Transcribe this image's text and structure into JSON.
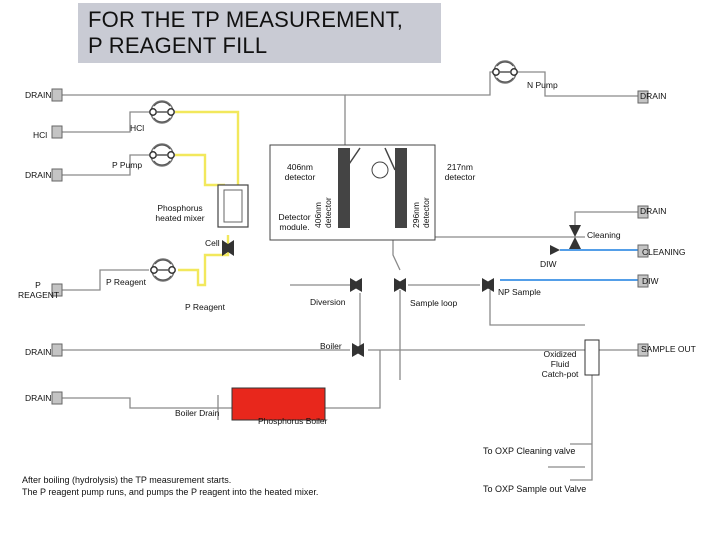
{
  "title": {
    "line1": "FOR THE TP MEASUREMENT,",
    "line2": "P REAGENT FILL"
  },
  "ports": {
    "drain_top_left": "DRAIN",
    "drain_top_right": "DRAIN",
    "hcl_port": "HCl",
    "drain_left_mid": "DRAIN",
    "p_reagent_port_line1": "P",
    "p_reagent_port_line2": "REAGENT",
    "drain_boiler_left": "DRAIN",
    "drain_bottom_left": "DRAIN",
    "drain_right": "DRAIN",
    "cleaning": "CLEANING",
    "diw_right": "DIW",
    "sample_out": "SAMPLE OUT"
  },
  "pumps": {
    "n_pump": "N Pump",
    "hcl_pump": "HCl",
    "p_pump": "P Pump",
    "p_reagent_pump": "P Reagent"
  },
  "components": {
    "detector_406": [
      "406nm",
      "detector"
    ],
    "detector_217": [
      "217nm",
      "detector"
    ],
    "detector_406_vertical": [
      "406nm",
      "detector"
    ],
    "detector_296_vertical": [
      "296nm",
      "detector"
    ],
    "detector_module": [
      "Detector",
      "module."
    ],
    "heated_mixer": [
      "Phosphorus",
      "heated mixer"
    ],
    "cell": "Cell",
    "p_reagent_line": "P Reagent",
    "diversion": "Diversion",
    "sample_loop": "Sample loop",
    "np_sample": "NP Sample",
    "diw_valve": "DIW",
    "cleaning_valve": "Cleaning",
    "boiler_valve": "Boiler",
    "boiler_drain": "Boiler Drain",
    "phosphorus_boiler": "Phosphorus Boiler",
    "catch_pot": [
      "Oxidized",
      "Fluid",
      "Catch-pot"
    ]
  },
  "notes": {
    "to_oxp_cleaning": "To OXP Cleaning valve",
    "to_oxp_sample_out": "To OXP Sample out Valve",
    "description_line1": "After boiling (hydrolysis) the TP measurement starts.",
    "description_line2": "The P reagent pump runs, and pumps the P reagent into the heated mixer."
  },
  "colors": {
    "title_bg": "#c9cbd4",
    "active_line": "#f2e85c",
    "cleaning_line": "#1a7fe0",
    "diw_line": "#1a7fe0",
    "boiler_fill": "#e8271c",
    "pipe": "#8a8a8a",
    "port": "#c4c4c4"
  }
}
